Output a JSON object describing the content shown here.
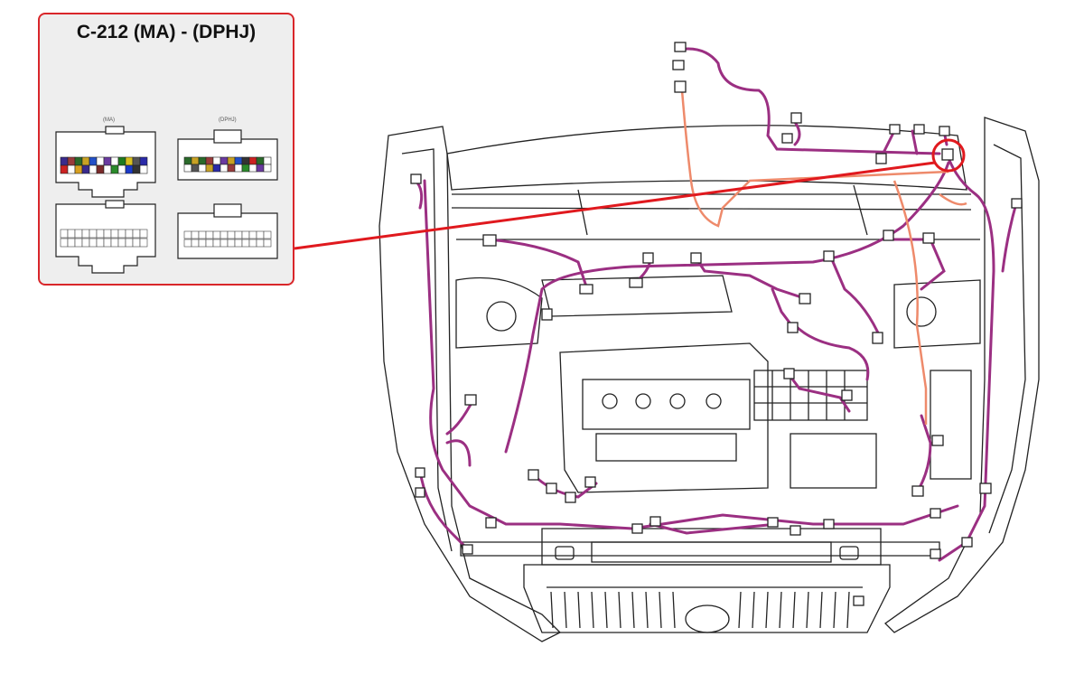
{
  "callout": {
    "title": "C-212 (MA) - (DPHJ)",
    "left_label": "(MA)",
    "right_label": "(DPHJ)"
  },
  "colors": {
    "harness": "#9b2f82",
    "harness_light": "#ee8a6b",
    "highlight": "#e0191e",
    "outline": "#222222"
  },
  "icons": [
    "connector-pinout-icon",
    "engine-bay-harness-diagram"
  ]
}
